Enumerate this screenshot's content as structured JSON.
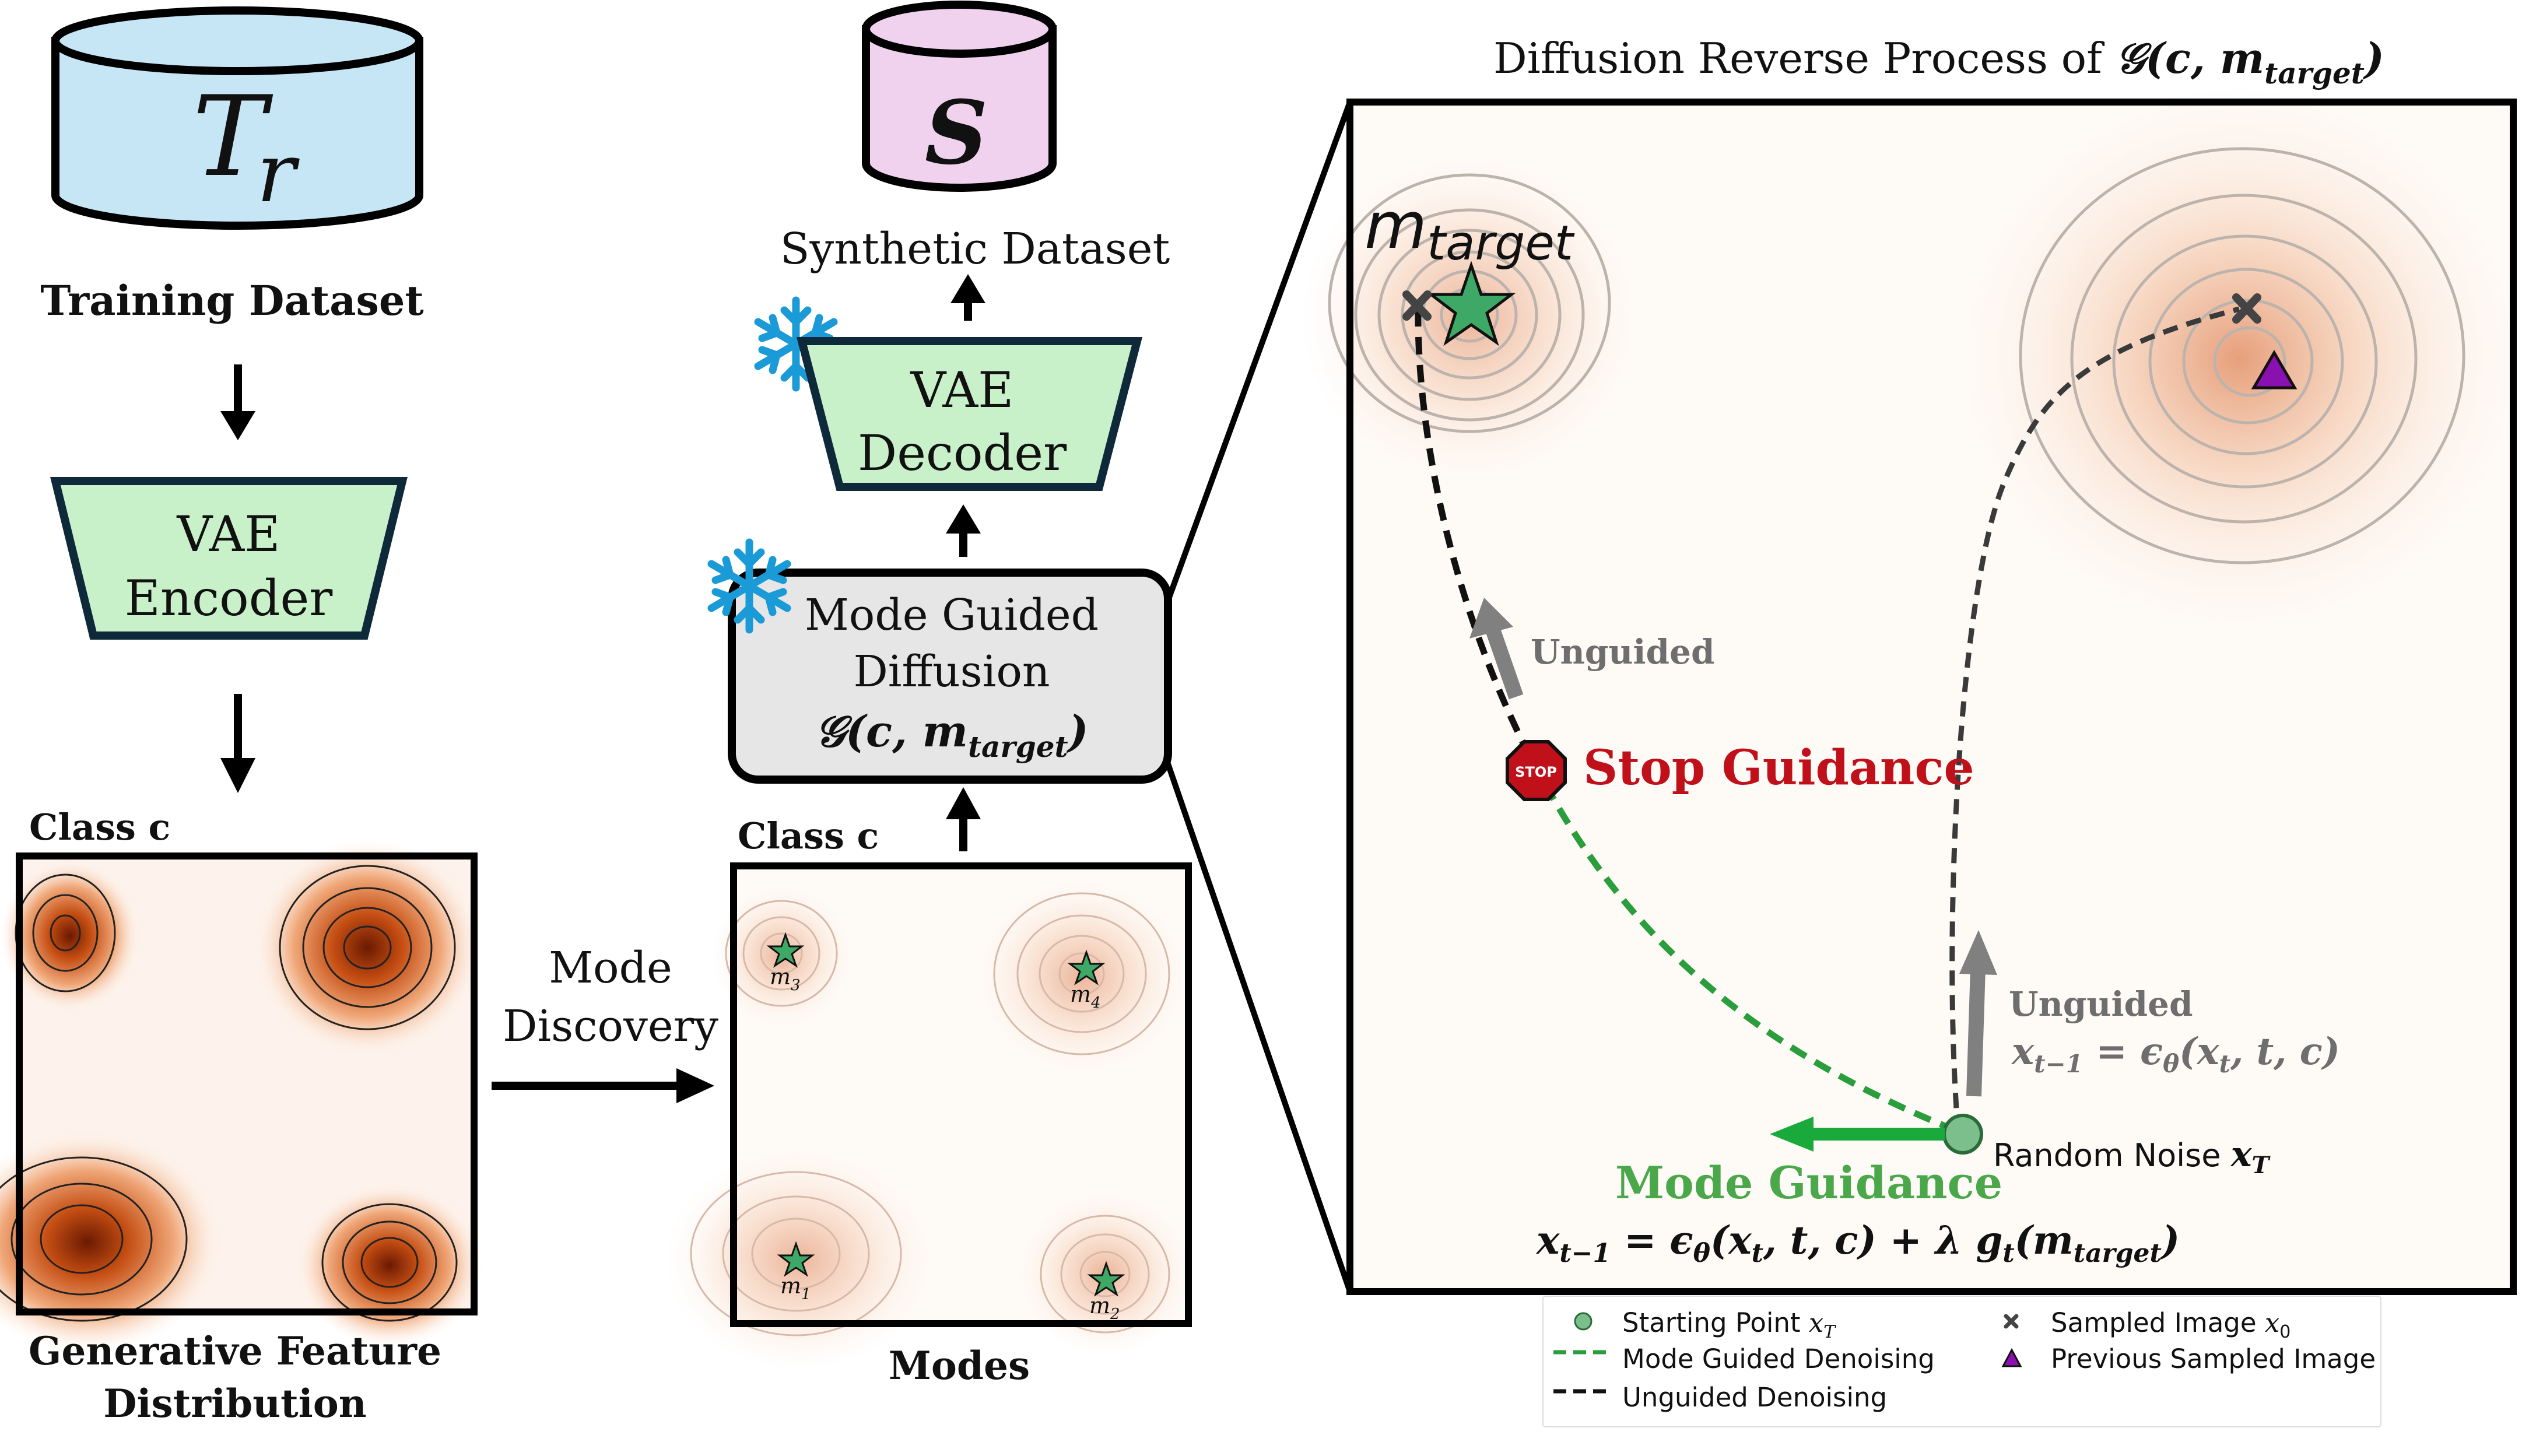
{
  "training": {
    "cylinder_symbol": "T",
    "cylinder_subscript": "r",
    "label": "Training Dataset",
    "color": "#c6e6f5"
  },
  "encoder": {
    "line1": "VAE",
    "line2": "Encoder",
    "color": "#c8f0c9"
  },
  "gen_feature": {
    "class_label": "Class c",
    "caption_line1": "Generative Feature",
    "caption_line2": "Distribution"
  },
  "mode_discovery": {
    "line1": "Mode",
    "line2": "Discovery"
  },
  "modes_panel": {
    "class_label": "Class c",
    "caption": "Modes",
    "mode_names": [
      "m",
      "m",
      "m",
      "m"
    ],
    "mode_subs": [
      "3",
      "4",
      "1",
      "2"
    ]
  },
  "synthetic": {
    "cylinder_symbol": "S",
    "label": "Synthetic Dataset",
    "color": "#f0d2ef"
  },
  "decoder": {
    "line1": "VAE",
    "line2": "Decoder",
    "color": "#c8f0c9",
    "frozen_icon": "snowflake-icon"
  },
  "guided_diffusion": {
    "line1": "Mode Guided",
    "line2": "Diffusion",
    "formula_G": "𝒢",
    "formula_args": "(c, m",
    "formula_sub": "target",
    "formula_close": ")",
    "color": "#e6e6e6",
    "frozen_icon": "snowflake-icon"
  },
  "reverse_process": {
    "title_text": "Diffusion Reverse Process of ",
    "title_G": "𝒢",
    "title_args": "(c, m",
    "title_sub": "target",
    "title_close": ")",
    "m_target_base": "m",
    "m_target_sub": "target",
    "unguided_top": "Unguided",
    "stop_sign_text": "STOP",
    "stop_guidance": "Stop Guidance",
    "unguided_right": "Unguided",
    "unguided_formula": "x",
    "unguided_formula_sub": "t−1",
    "unguided_formula_rest": " = ϵ",
    "unguided_formula_theta": "θ",
    "unguided_formula_args": "(x",
    "unguided_formula_t": "t",
    "unguided_formula_end": ", t, c)",
    "random_noise": "Random Noise ",
    "random_noise_x": "x",
    "random_noise_sub": "T",
    "mode_guidance": "Mode Guidance",
    "guided_formula_x": "x",
    "guided_formula_sub": "t−1",
    "guided_formula_mid": " = ϵ",
    "guided_formula_theta": "θ",
    "guided_formula_args": "(x",
    "guided_formula_t": "t",
    "guided_formula_rest": ", t, c) + λ g",
    "guided_formula_gt": "t",
    "guided_formula_m": "(m",
    "guided_formula_target": "target",
    "guided_formula_close": ")",
    "stop_color": "#c0101a",
    "guidance_color": "#2a9d3c"
  },
  "legend": {
    "starting_point": "Starting Point ",
    "starting_point_x": "x",
    "starting_point_sub": "T",
    "mode_guided": "Mode Guided Denoising",
    "unguided": "Unguided Denoising",
    "sampled": "Sampled Image ",
    "sampled_x": "x",
    "sampled_sub": "0",
    "previous": "Previous Sampled Image"
  }
}
